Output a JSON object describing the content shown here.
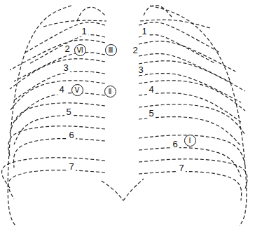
{
  "diagram": {
    "nodes": [
      {
        "text": [
          "Ⅵ"
        ]
      },
      {
        "text": [
          "Ⅲ"
        ]
      },
      {
        "text": [
          "Ⅴ"
        ]
      },
      {
        "text": [
          "Ⅱ"
        ]
      },
      {
        "text": [
          "Ⅰ"
        ]
      }
    ],
    "labels": [
      "1",
      "2",
      "3",
      "4",
      "5",
      "6",
      "7",
      "1",
      "2",
      "3",
      "4",
      "5",
      "6",
      "7"
    ]
  }
}
